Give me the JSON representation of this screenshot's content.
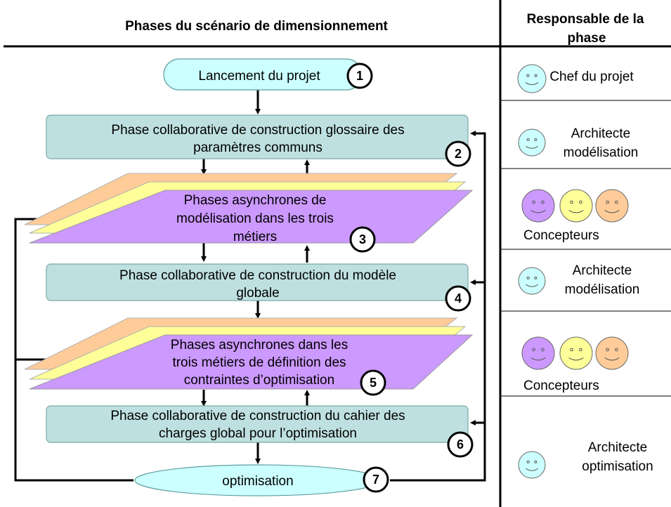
{
  "header": {
    "phases_title": "Phases du  scénario de dimensionnement",
    "responsible_title_line1": "Responsable de la",
    "responsible_title_line2": "phase"
  },
  "steps": [
    {
      "number": "1",
      "lines": [
        "Lancement du projet"
      ]
    },
    {
      "number": "2",
      "lines": [
        "Phase collaborative de construction glossaire des",
        "paramètres communs"
      ]
    },
    {
      "number": "3",
      "lines": [
        "Phases asynchrones de",
        "modélisation dans les trois",
        "métiers"
      ]
    },
    {
      "number": "4",
      "lines": [
        "Phase collaborative de construction du modèle",
        "globale"
      ]
    },
    {
      "number": "5",
      "lines": [
        "Phases asynchrones dans les",
        "trois métiers de définition des",
        "contraintes d’optimisation"
      ]
    },
    {
      "number": "6",
      "lines": [
        "Phase collaborative de construction du cahier des",
        "charges  global pour l’optimisation"
      ]
    },
    {
      "number": "7",
      "lines": [
        "optimisation"
      ]
    }
  ],
  "responsibles": [
    {
      "lines": [
        "Chef du projet"
      ]
    },
    {
      "lines": [
        "Architecte",
        "modélisation"
      ]
    },
    {
      "lines": [
        "Concepteurs"
      ]
    },
    {
      "lines": [
        "Architecte",
        "modélisation"
      ]
    },
    {
      "lines": [
        "Concepteurs"
      ]
    },
    {
      "lines": [
        "Architecte",
        "optimisation"
      ]
    }
  ],
  "colors": {
    "box_fill": "#bfe0e0",
    "ellipse_fill": "#ccffff",
    "layer_purple": "#cc99ff",
    "layer_yellow": "#ffff99",
    "layer_orange": "#ffcc99",
    "face_cyan": "#ccffff"
  }
}
